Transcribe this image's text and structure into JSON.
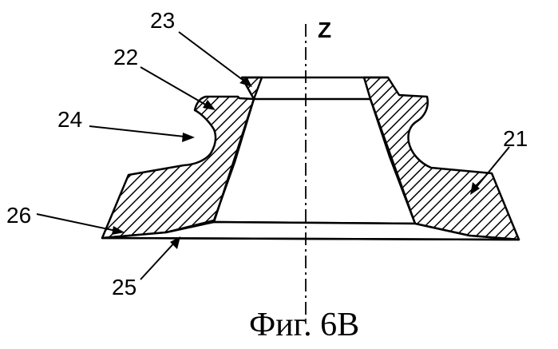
{
  "figure": {
    "caption": "Фиг. 6В",
    "axis_label": "Z",
    "labels": {
      "l21": "21",
      "l22": "22",
      "l23": "23",
      "l24": "24",
      "l25": "25",
      "l26": "26"
    }
  }
}
